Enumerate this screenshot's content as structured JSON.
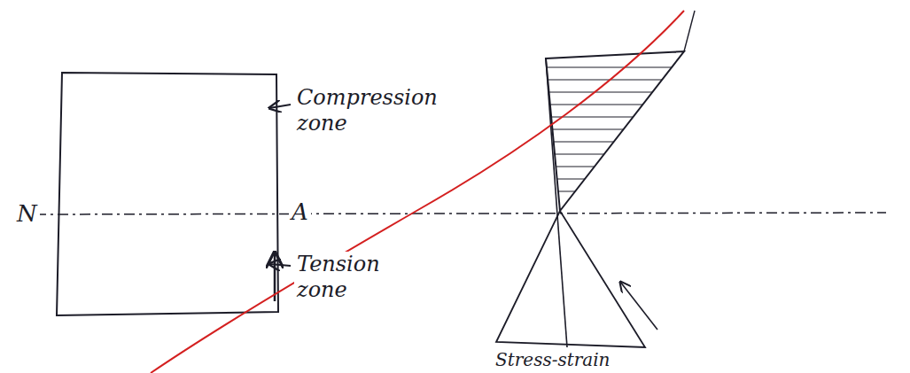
{
  "diagram": {
    "labels": [
      "Compression zone",
      "N",
      "A",
      "Tension zone",
      "Stress-strain"
    ]
  }
}
